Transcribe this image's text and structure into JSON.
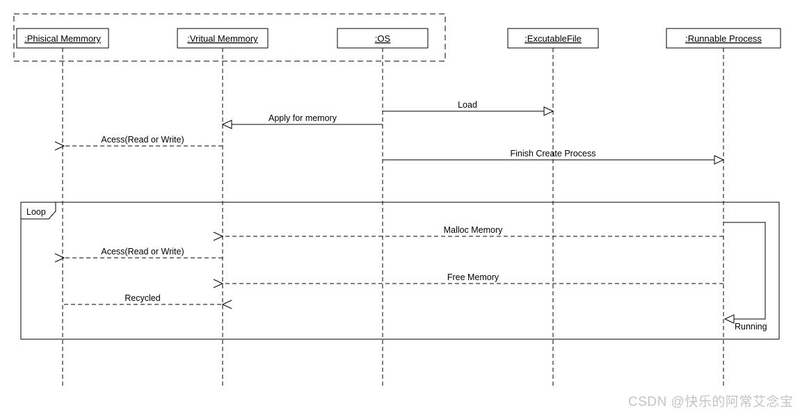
{
  "lifelines": [
    {
      "name": ":Phisical Memmory"
    },
    {
      "name": ":Vritual Memmory"
    },
    {
      "name": ":OS"
    },
    {
      "name": ":ExcutableFile"
    },
    {
      "name": ":Runnable Process"
    }
  ],
  "frames": {
    "creation_frame_style": "dashed",
    "loop": {
      "label": "Loop"
    }
  },
  "messages": [
    {
      "label": "Load",
      "from": ":OS",
      "to": ":ExcutableFile",
      "line": "solid",
      "arrowhead": "hollow-triangle",
      "in_loop": false
    },
    {
      "label": "Apply for memory",
      "from": ":OS",
      "to": ":Vritual Memmory",
      "line": "solid",
      "arrowhead": "hollow-triangle",
      "in_loop": false
    },
    {
      "label": "Acess(Read or Write)",
      "from": ":Vritual Memmory",
      "to": ":Phisical Memmory",
      "line": "dashed",
      "arrowhead": "open",
      "in_loop": false
    },
    {
      "label": "Finish Create Process",
      "from": ":OS",
      "to": ":Runnable Process",
      "line": "solid",
      "arrowhead": "hollow-triangle",
      "in_loop": false
    },
    {
      "label": "Malloc Memory",
      "from": ":Runnable Process",
      "to": ":Vritual Memmory",
      "line": "dashed",
      "arrowhead": "open",
      "in_loop": true
    },
    {
      "label": "Acess(Read or Write)",
      "from": ":Vritual Memmory",
      "to": ":Phisical Memmory",
      "line": "dashed",
      "arrowhead": "open",
      "in_loop": true
    },
    {
      "label": "Free Memory",
      "from": ":Runnable Process",
      "to": ":Vritual Memmory",
      "line": "dashed",
      "arrowhead": "open",
      "in_loop": true
    },
    {
      "label": "Recycled",
      "from": ":Phisical Memmory",
      "to": ":Vritual Memmory",
      "line": "dashed",
      "arrowhead": "open",
      "in_loop": true
    },
    {
      "label": "Running",
      "from": ":Runnable Process",
      "to": ":Runnable Process",
      "line": "solid",
      "arrowhead": "hollow-triangle",
      "self": true,
      "in_loop": true
    }
  ],
  "watermark": {
    "text": "CSDN @快乐的阿常艾念宝"
  },
  "colors": {
    "stroke": "#000000",
    "background": "#ffffff",
    "watermark_text": "#c4c4c4"
  }
}
